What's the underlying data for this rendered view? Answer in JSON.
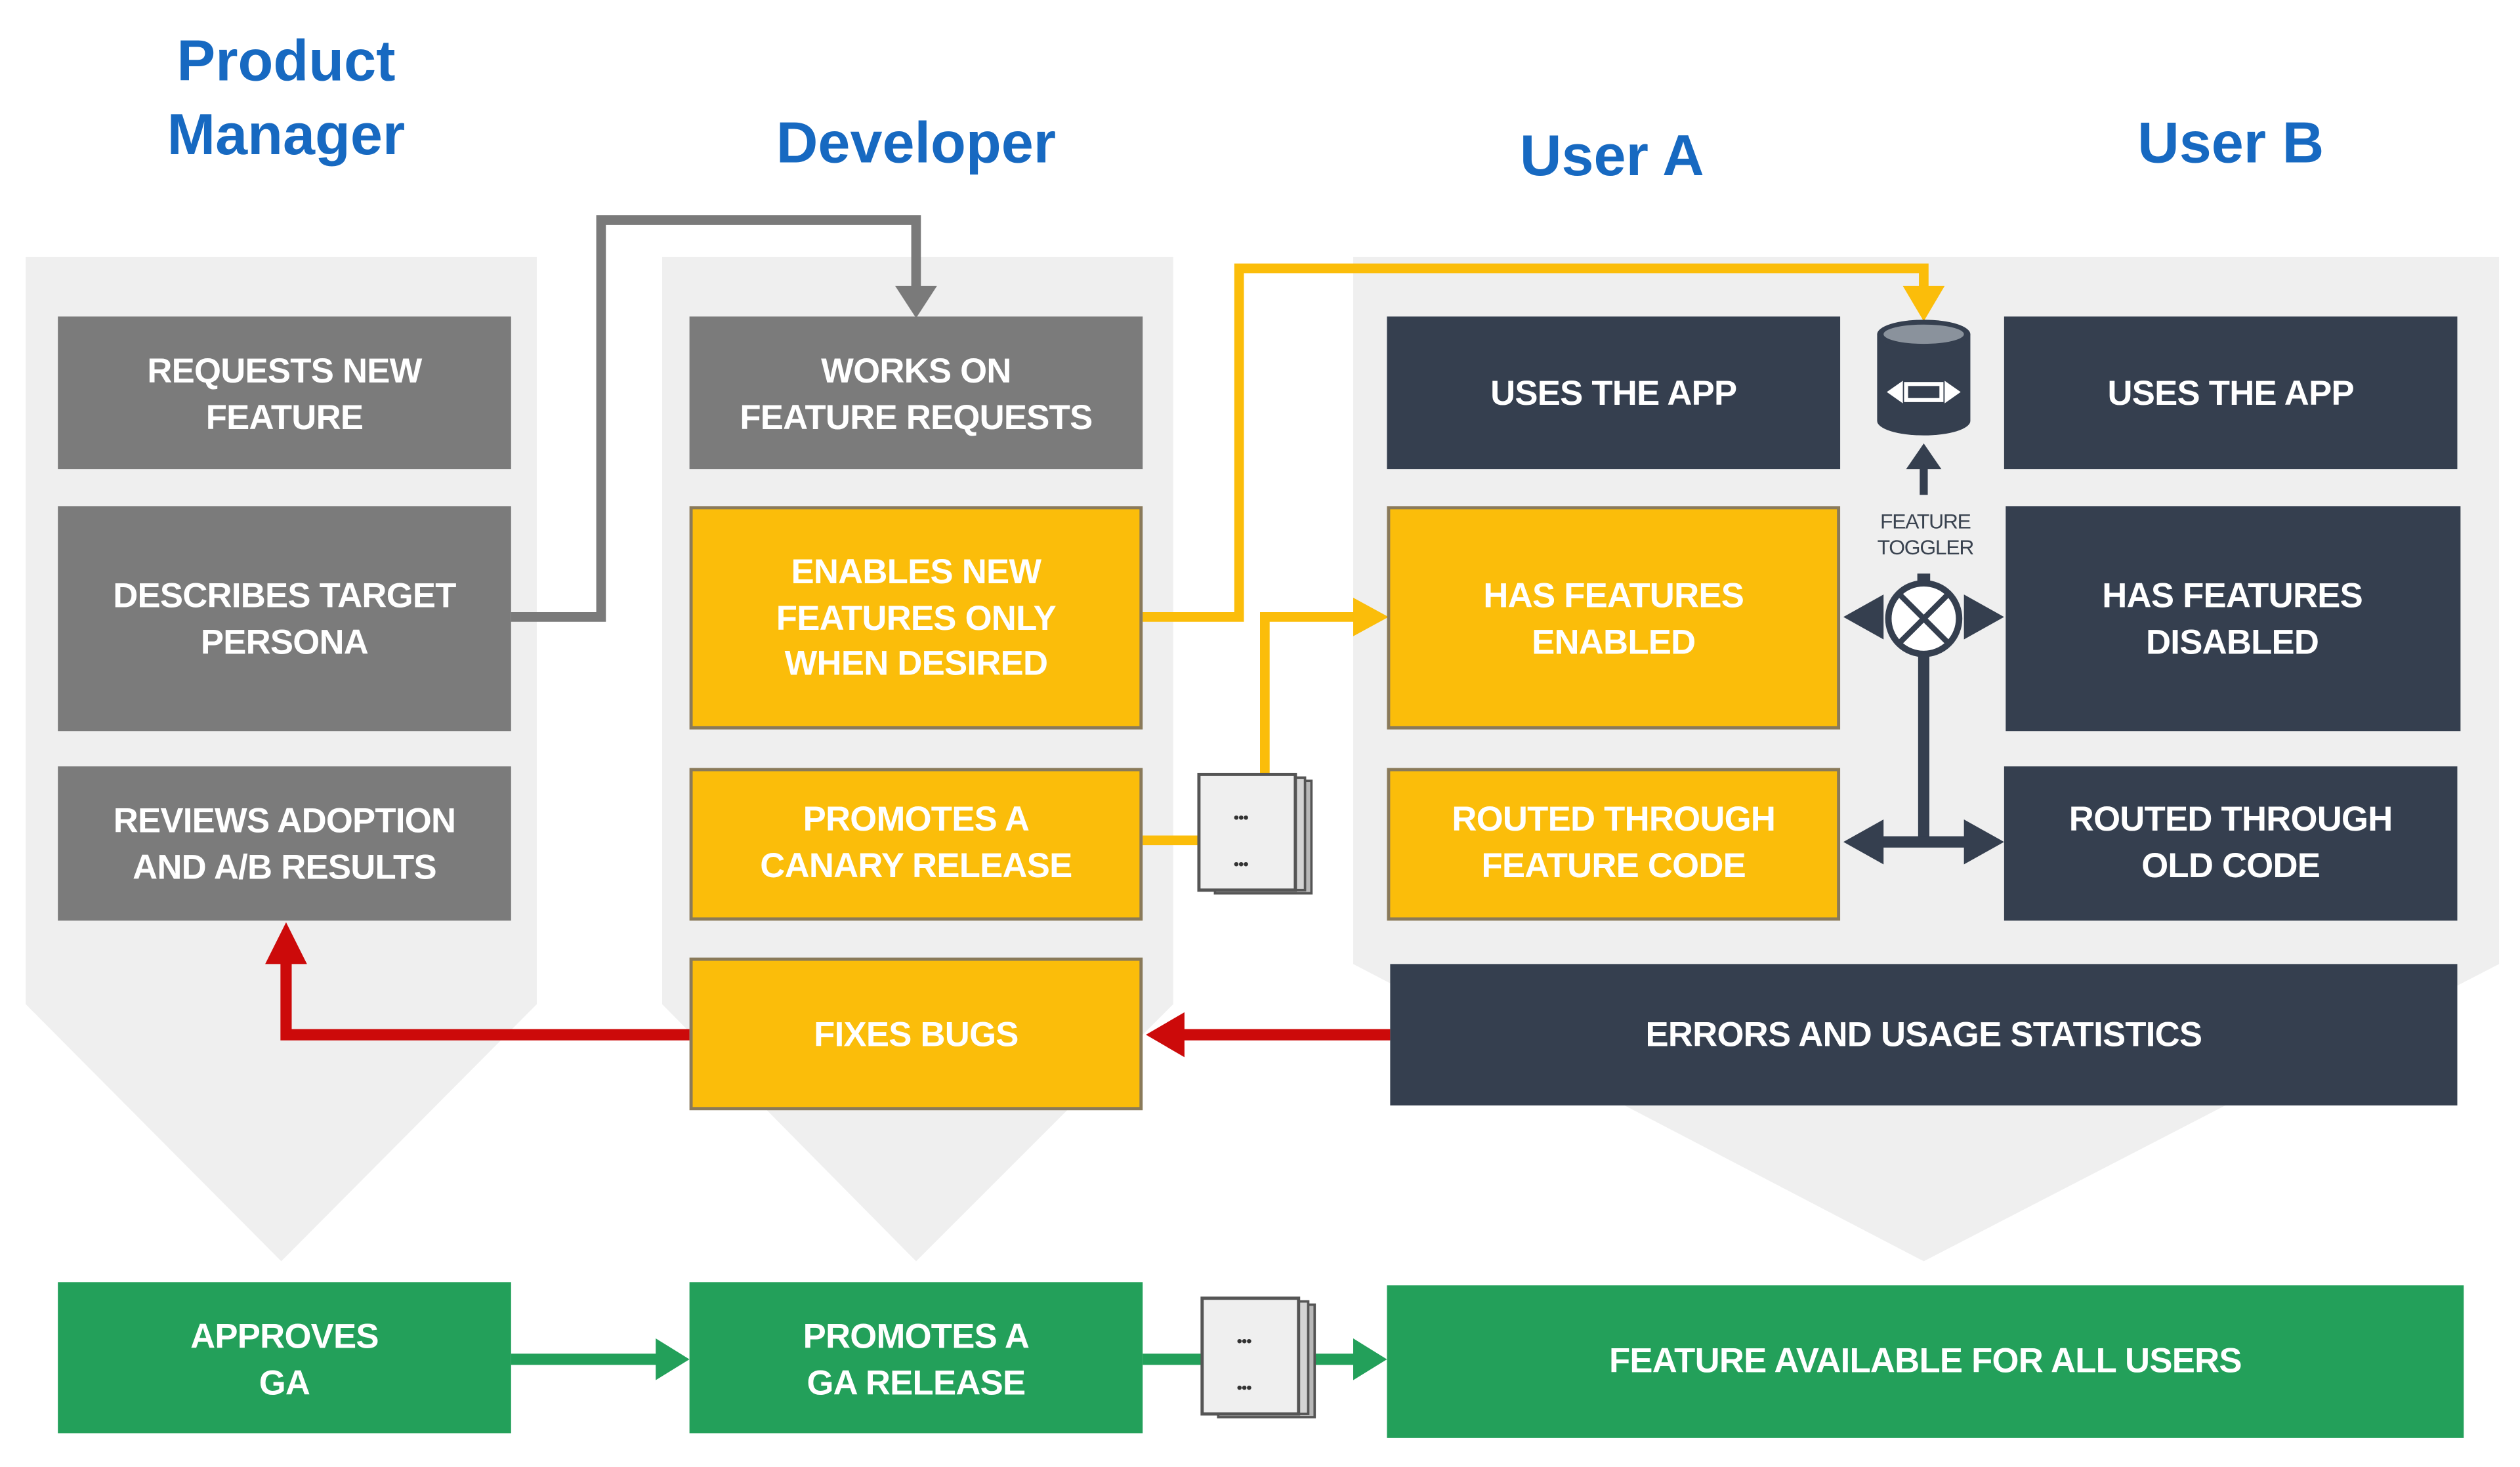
{
  "colors": {
    "header_blue": "#1769c1",
    "pm_gray": "#7b7b7b",
    "developer_yellow": "#fbbd0a",
    "user_navy": "#353f4f",
    "ga_green": "#23a05a",
    "feedback_red": "#cc0a0a",
    "lane_background": "#efefef",
    "connector_gray": "#7a7a7a"
  },
  "headers": {
    "product_manager": [
      "Product",
      "Manager"
    ],
    "developer": "Developer",
    "user_a": "User A",
    "user_b": "User B"
  },
  "product_manager": {
    "requests": [
      "REQUESTS NEW",
      "FEATURE"
    ],
    "describes": [
      "DESCRIBES TARGET",
      "PERSONA"
    ],
    "reviews": [
      "REVIEWS ADOPTION",
      "AND A/B RESULTS"
    ],
    "approves": [
      "APPROVES",
      "GA"
    ]
  },
  "developer": {
    "works_on": [
      "WORKS ON",
      "FEATURE REQUESTS"
    ],
    "enables": [
      "ENABLES NEW",
      "FEATURES ONLY",
      "WHEN DESIRED"
    ],
    "canary": [
      "PROMOTES A",
      "CANARY RELEASE"
    ],
    "fixes": [
      "FIXES BUGS"
    ],
    "ga_release": [
      "PROMOTES A",
      "GA RELEASE"
    ]
  },
  "user_a": {
    "uses": [
      "USES THE APP"
    ],
    "has_enabled": [
      "HAS FEATURES",
      "ENABLED"
    ],
    "routed_feature": [
      "ROUTED THROUGH",
      "FEATURE CODE"
    ]
  },
  "user_b": {
    "uses": [
      "USES THE APP"
    ],
    "has_disabled": [
      "HAS FEATURES",
      "DISABLED"
    ],
    "routed_old": [
      "ROUTED THROUGH",
      "OLD CODE"
    ]
  },
  "shared": {
    "errors": [
      "ERRORS AND USAGE STATISTICS"
    ],
    "feature_all": [
      "FEATURE AVAILABLE FOR ALL USERS"
    ],
    "toggler_label": [
      "FEATURE",
      "TOGGLER"
    ],
    "server_dots": [
      "•••",
      "•••"
    ]
  }
}
